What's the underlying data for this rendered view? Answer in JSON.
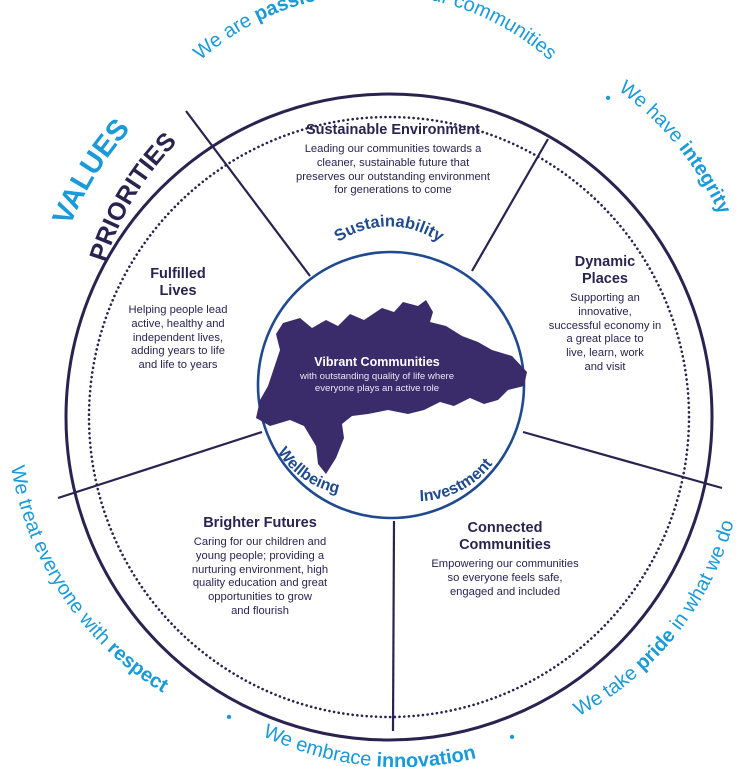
{
  "colors": {
    "navy": "#2a2350",
    "accent_blue": "#1a9ad8",
    "hub_blue": "#1f4a8f",
    "region_purple": "#3a2c6b"
  },
  "values_ring": {
    "heading": "VALUES",
    "phrases": [
      {
        "prefix": "We are ",
        "bold": "passionate",
        "suffix": " about our communities"
      },
      {
        "prefix": "We have ",
        "bold": "integrity",
        "suffix": ""
      },
      {
        "prefix": "We take ",
        "bold": "pride",
        "suffix": " in what we do"
      },
      {
        "prefix": "We embrace ",
        "bold": "innovation",
        "suffix": ""
      },
      {
        "prefix": "We treat everyone with ",
        "bold": "respect",
        "suffix": ""
      }
    ],
    "separator": "•"
  },
  "priorities": {
    "heading": "PRIORITIES",
    "segments": [
      {
        "title_lines": [
          "Sustainable Environment"
        ],
        "body_lines": [
          "Leading our communities towards a",
          "cleaner, sustainable future that",
          "preserves our outstanding environment",
          "for generations to come"
        ]
      },
      {
        "title_lines": [
          "Dynamic",
          "Places"
        ],
        "body_lines": [
          "Supporting an",
          "innovative,",
          "successful economy in",
          "a great place to",
          "live, learn, work",
          "and visit"
        ]
      },
      {
        "title_lines": [
          "Connected",
          "Communities"
        ],
        "body_lines": [
          "Empowering our communities",
          "so everyone feels safe,",
          "engaged and included"
        ]
      },
      {
        "title_lines": [
          "Brighter Futures"
        ],
        "body_lines": [
          "Caring for our children and",
          "young people; providing a",
          "nurturing environment, high",
          "quality education and great",
          "opportunities to grow",
          "and flourish"
        ]
      },
      {
        "title_lines": [
          "Fulfilled",
          "Lives"
        ],
        "body_lines": [
          "Helping people lead",
          "active, healthy and",
          "independent lives,",
          "adding years to life",
          "and life to years"
        ]
      }
    ]
  },
  "hub": {
    "labels": [
      "Sustainability",
      "Investment",
      "Wellbeing"
    ],
    "title": "Vibrant Communities",
    "subtitle_lines": [
      "with outstanding quality of life where",
      "everyone plays an active role"
    ]
  }
}
